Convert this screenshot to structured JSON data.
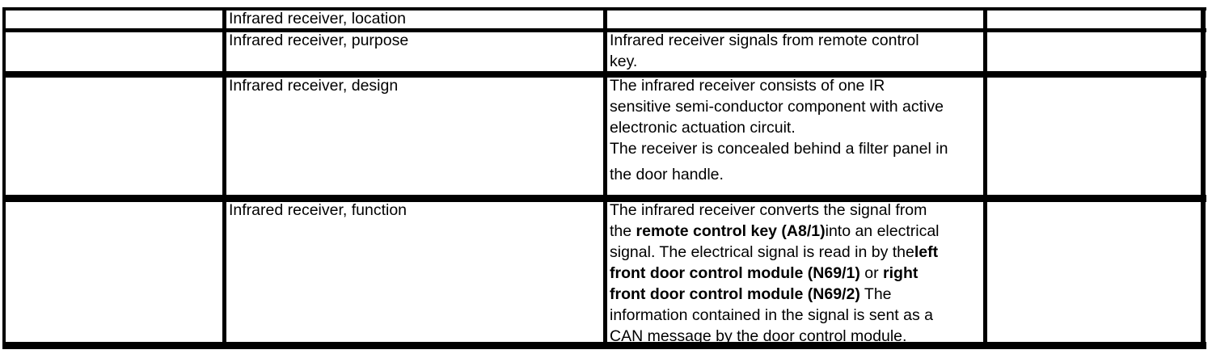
{
  "table": {
    "colors": {
      "border": "#000000",
      "text": "#000000",
      "background": "#ffffff"
    },
    "rows": [
      {
        "name": "location",
        "label": "Infrared receiver, location",
        "content_lines": []
      },
      {
        "name": "purpose",
        "label": "Infrared receiver, purpose",
        "content_lines": [
          {
            "runs": [
              {
                "text": "Infrared receiver signals from remote control",
                "bold": false
              }
            ]
          },
          {
            "runs": [
              {
                "text": "key.",
                "bold": false
              }
            ]
          }
        ]
      },
      {
        "name": "design",
        "label": "Infrared receiver, design",
        "content_lines": [
          {
            "runs": [
              {
                "text": "The infrared receiver consists of one IR",
                "bold": false
              }
            ]
          },
          {
            "runs": [
              {
                "text": "sensitive semi-conductor component with active",
                "bold": false
              }
            ]
          },
          {
            "runs": [
              {
                "text": "electronic actuation circuit.",
                "bold": false
              }
            ]
          },
          {
            "runs": [
              {
                "text": "The receiver is concealed behind a filter panel in",
                "bold": false
              }
            ]
          },
          {
            "runs": [
              {
                "text": "the door handle.",
                "bold": false
              }
            ],
            "extra_gap": true
          }
        ]
      },
      {
        "name": "function",
        "label": "Infrared receiver, function",
        "content_lines": [
          {
            "runs": [
              {
                "text": "The infrared receiver converts the signal from",
                "bold": false
              }
            ]
          },
          {
            "runs": [
              {
                "text": "the ",
                "bold": false
              },
              {
                "text": "remote control key (A8/1)",
                "bold": true
              },
              {
                "text": "into an electrical",
                "bold": false
              }
            ]
          },
          {
            "runs": [
              {
                "text": "signal. The electrical signal is read in by the",
                "bold": false
              },
              {
                "text": "left",
                "bold": true
              }
            ]
          },
          {
            "runs": [
              {
                "text": "front door control module (N69/1)",
                "bold": true
              },
              {
                "text": " or ",
                "bold": false
              },
              {
                "text": "right",
                "bold": true
              }
            ]
          },
          {
            "runs": [
              {
                "text": "front door control module (N69/2)",
                "bold": true
              },
              {
                "text": " The",
                "bold": false
              }
            ]
          },
          {
            "runs": [
              {
                "text": "information contained in the signal is sent as a",
                "bold": false
              }
            ]
          },
          {
            "runs": [
              {
                "text": "CAN message by the door control module.",
                "bold": false
              }
            ]
          }
        ]
      }
    ]
  }
}
